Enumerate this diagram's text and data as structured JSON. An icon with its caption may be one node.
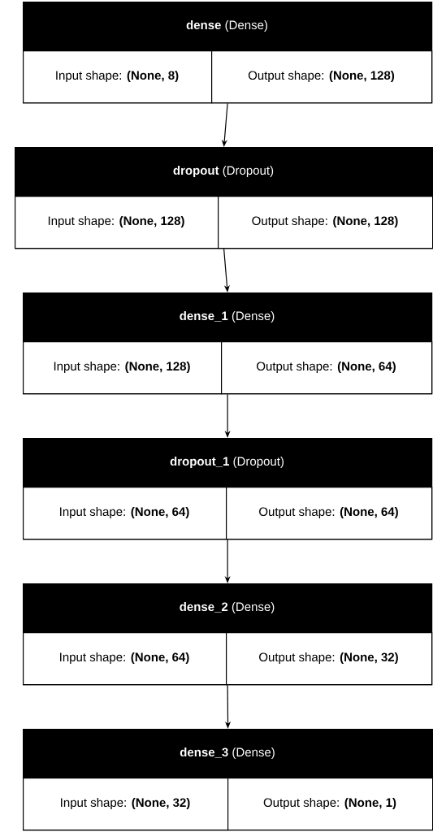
{
  "diagram": {
    "nodes": [
      {
        "text": [
          "**dense** (Dense)"
        ]
      },
      {
        "text": [
          "Input shape: **(None, 8)**"
        ],
        "in": 0
      },
      {
        "text": [
          "Output shape: **(None, 128)**"
        ],
        "in": 0
      },
      {
        "text": [
          "**dropout** (Dropout)"
        ]
      },
      {
        "text": [
          "Input shape: **(None, 128)**"
        ],
        "in": 3
      },
      {
        "text": [
          "Output shape: **(None, 128)**"
        ],
        "in": 3
      },
      {
        "text": [
          "**dense_1** (Dense)"
        ]
      },
      {
        "text": [
          "Input shape: **(None, 128)**"
        ],
        "in": 6
      },
      {
        "text": [
          "Output shape: **(None, 64)**"
        ],
        "in": 6
      },
      {
        "text": [
          "**dropout_1** (Dropout)"
        ]
      },
      {
        "text": [
          "Input shape: **(None, 64)**"
        ],
        "in": 9
      },
      {
        "text": [
          "Output shape: **(None, 64)**"
        ],
        "in": 9
      },
      {
        "text": [
          "**dense_2** (Dense)"
        ]
      },
      {
        "text": [
          "Input shape: **(None, 64)**"
        ],
        "in": 12
      },
      {
        "text": [
          "Output shape: **(None, 32)**"
        ],
        "in": 12
      },
      {
        "text": [
          "**dense_3** (Dense)"
        ]
      },
      {
        "text": [
          "Input shape: **(None, 32)**"
        ],
        "in": 15
      },
      {
        "text": [
          "Output shape: **(None, 1)**"
        ],
        "in": 15
      }
    ],
    "edges": [
      {
        "from": 0,
        "to": 3,
        "arrow": "to"
      },
      {
        "from": 3,
        "to": 6,
        "arrow": "to"
      },
      {
        "from": 6,
        "to": 9,
        "arrow": "to"
      },
      {
        "from": 9,
        "to": 12,
        "arrow": "to"
      },
      {
        "from": 12,
        "to": 15,
        "arrow": "to"
      }
    ]
  }
}
